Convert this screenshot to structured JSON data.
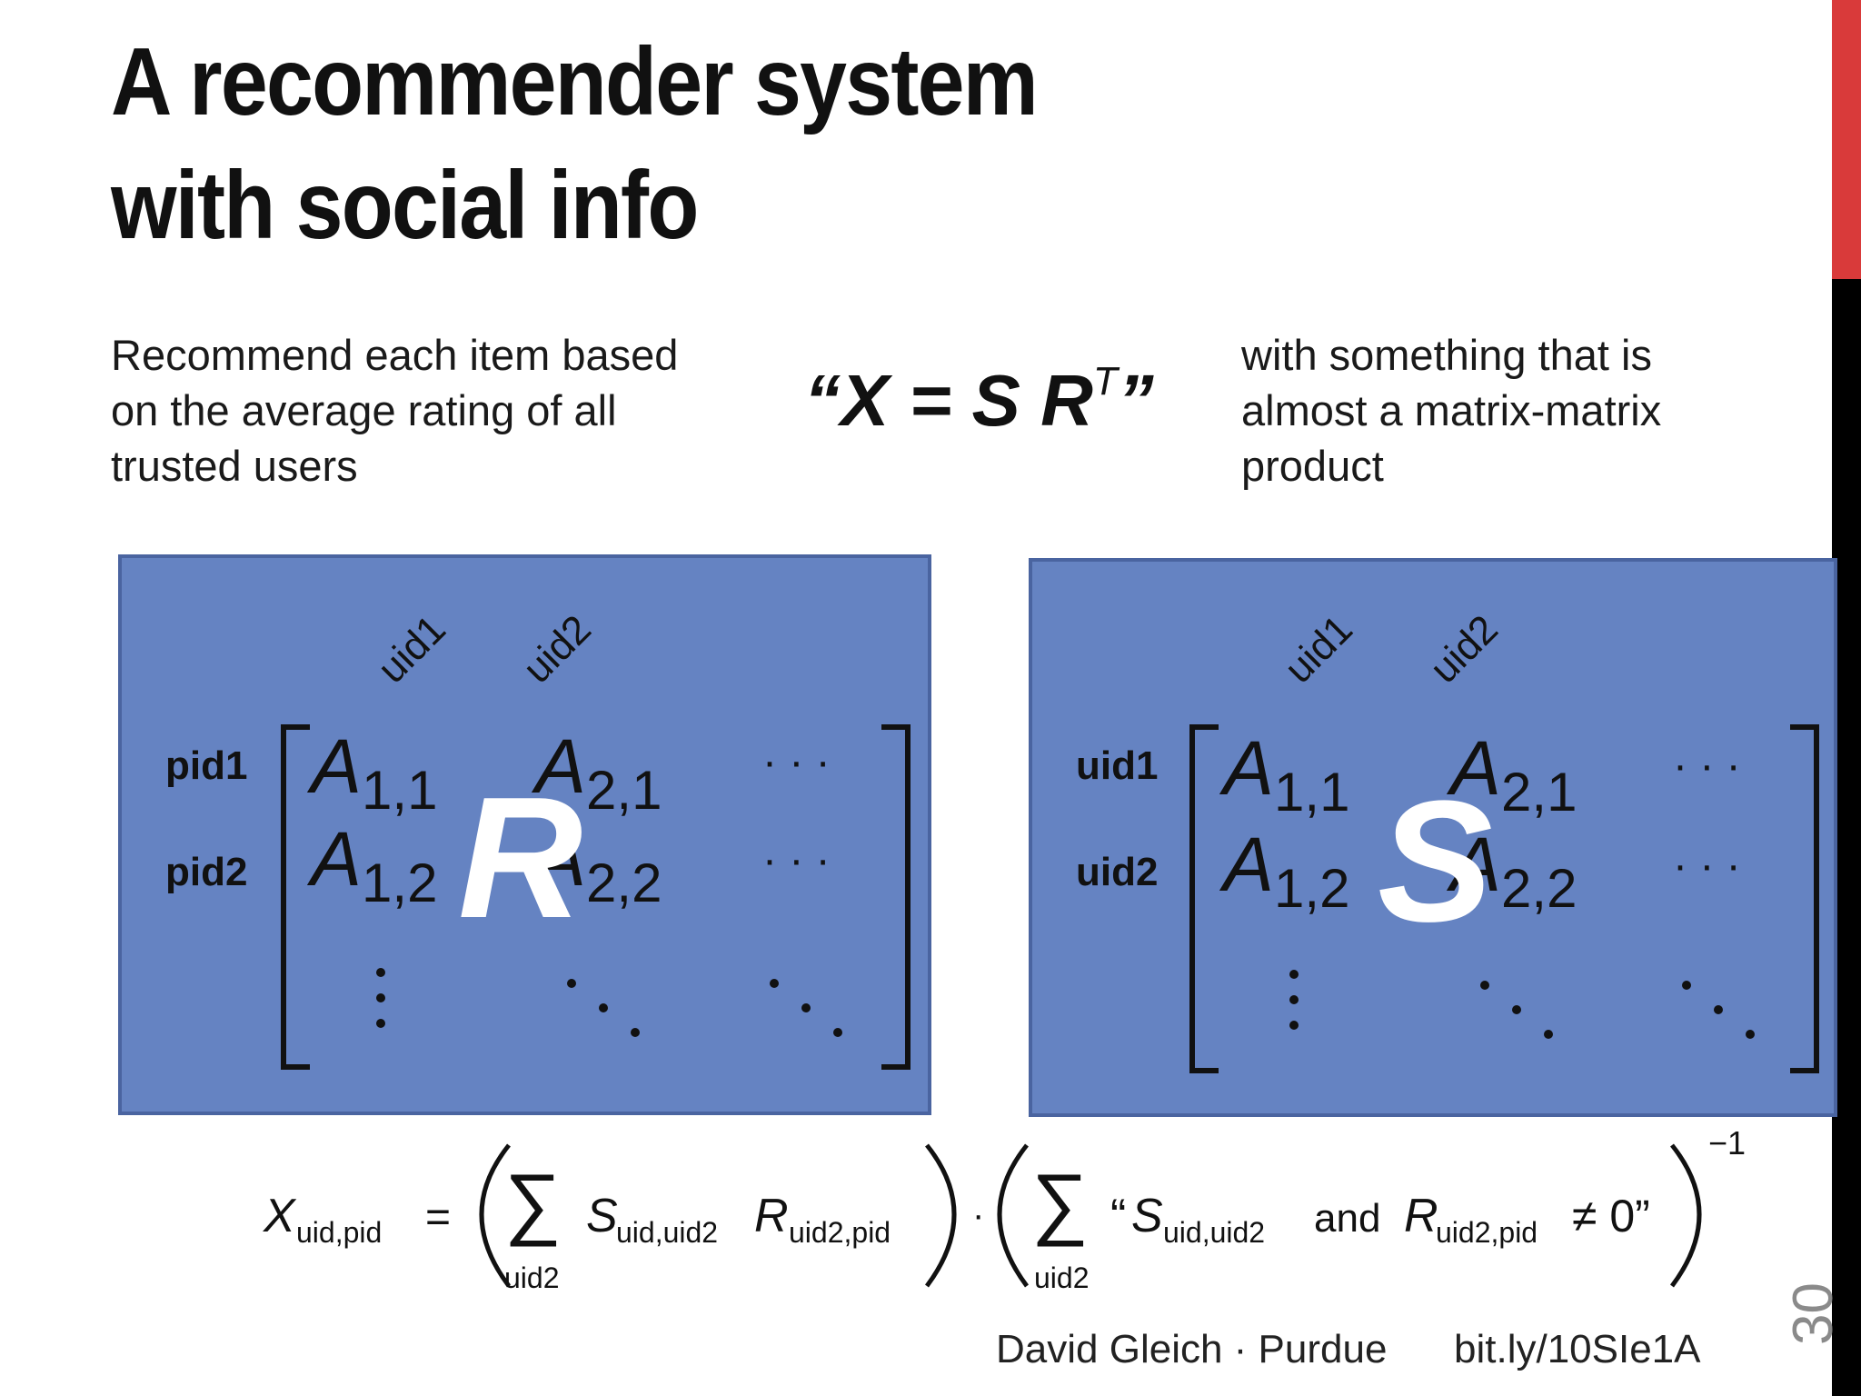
{
  "title": {
    "line1": "A recommender system",
    "line2": "with social info"
  },
  "description_left": {
    "line1": "Recommend each item based",
    "line2": "on the average rating of all",
    "line3": "trusted users"
  },
  "formula_quote": {
    "open": "“X = S R",
    "sup": "T",
    "close": "”"
  },
  "description_right": {
    "line1": "with something that is",
    "line2": "almost a matrix-matrix",
    "line3": "product"
  },
  "matrix_r": {
    "big_letter": "R",
    "col1": "uid1",
    "col2": "uid2",
    "row1": "pid1",
    "row2": "pid2"
  },
  "matrix_s": {
    "big_letter": "S",
    "col1": "uid1",
    "col2": "uid2",
    "row1": "uid1",
    "row2": "uid2"
  },
  "matrix_entries": {
    "a": "A",
    "s11": "1,1",
    "s21": "2,1",
    "s12": "1,2",
    "s22": "2,2",
    "dots": "· · ·"
  },
  "equation": {
    "x": "X",
    "x_sub": "uid,pid",
    "equals": "=",
    "sum_sub": "uid2",
    "s": "S",
    "s_sub": "uid,uid2",
    "r": "R",
    "r_sub": "uid2,pid",
    "dot": "·",
    "quote_open": "“",
    "and": "and",
    "neq_zero": "≠ 0”",
    "exponent": "−1"
  },
  "footer": {
    "author": "David Gleich · Purdue",
    "link": "bit.ly/10SIe1A"
  },
  "slide_number": "30",
  "colors": {
    "panel": "#6583c2",
    "accent_red": "#d93a3a",
    "sidebar_black": "#000000"
  }
}
